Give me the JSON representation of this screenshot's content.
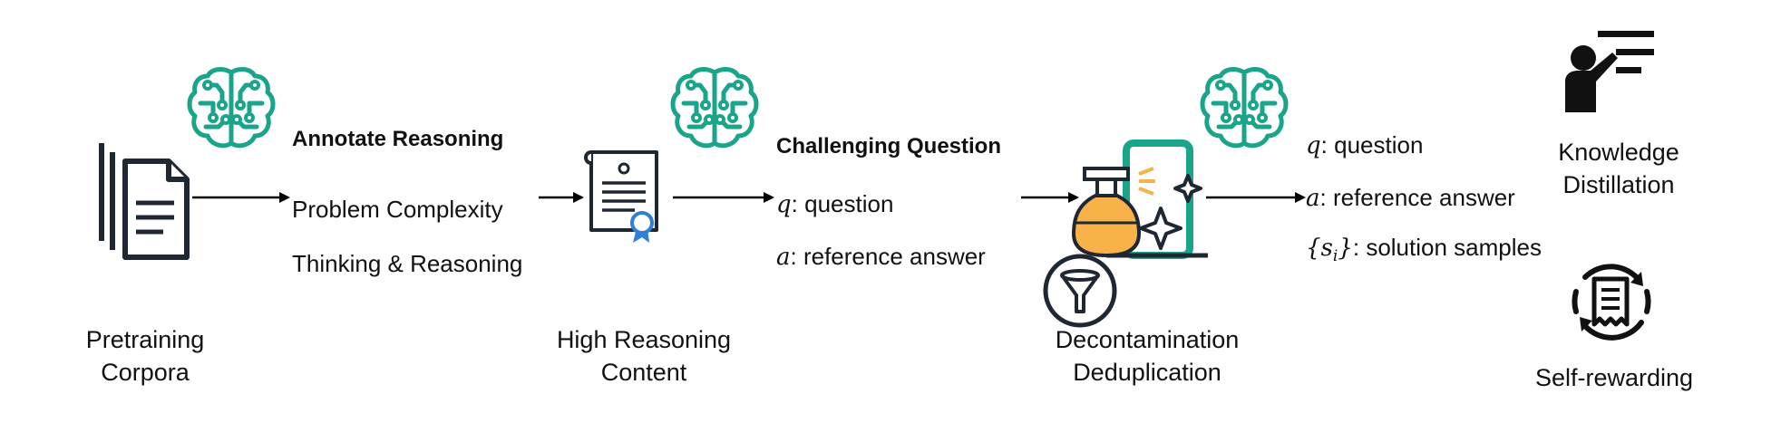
{
  "stages": {
    "pretraining": {
      "line1": "Pretraining",
      "line2": "Corpora"
    },
    "annotate": {
      "heading": "Annotate Reasoning",
      "item1": "Problem Complexity",
      "item2": "Thinking & Reasoning"
    },
    "high_reasoning": {
      "line1": "High Reasoning",
      "line2": "Content"
    },
    "challenging": {
      "heading": "Challenging Question",
      "q_symbol": "q",
      "q_text": ":  question",
      "a_symbol": "a",
      "a_text": ": reference answer"
    },
    "decontam": {
      "line1": "Decontamination",
      "line2": "Deduplication"
    },
    "output": {
      "q_symbol": "q",
      "q_text": ":  question",
      "a_symbol": "a",
      "a_text": ": reference answer",
      "s_symbol": "{s",
      "s_sub": "i",
      "s_close": "}",
      "s_text": ": solution samples"
    },
    "uses": {
      "kd_line1": "Knowledge",
      "kd_line2": "Distillation",
      "self_reward": "Self-rewarding"
    }
  },
  "colors": {
    "brain": "#1aa58a",
    "ink": "#1f2733",
    "spray": "#f7b24a",
    "ribbon": "#2f7fd6"
  },
  "icons": [
    "documents-icon",
    "brain-icon",
    "certificate-icon",
    "spray-bottle-icon",
    "funnel-icon",
    "teacher-icon",
    "cycle-icon"
  ]
}
